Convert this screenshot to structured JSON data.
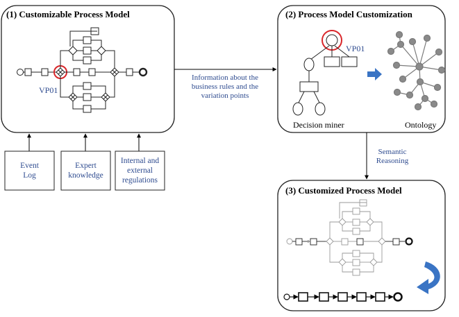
{
  "panels": {
    "customizable": {
      "title": "(1) Customizable Process Model",
      "variation_point": "VP01"
    },
    "customization": {
      "title": "(2) Process Model Customization",
      "variation_point": "VP01",
      "decision_miner": "Decision miner",
      "ontology": "Ontology"
    },
    "customized": {
      "title": "(3) Customized Process Model"
    }
  },
  "edges": {
    "info": [
      "Information about the",
      "business rules and the",
      "variation points"
    ],
    "semantic": [
      "Semantic",
      "Reasoning"
    ]
  },
  "sources": [
    {
      "lines": [
        "Event",
        "Log"
      ]
    },
    {
      "lines": [
        "Expert",
        "knowledge"
      ]
    },
    {
      "lines": [
        "Internal and",
        "external",
        "regulations"
      ]
    }
  ],
  "colors": {
    "highlight": "#d9262a",
    "accent_blue": "#2e4b8f",
    "arrow_blue": "#3a74c4",
    "ontology_node": "#8a8a8a"
  }
}
